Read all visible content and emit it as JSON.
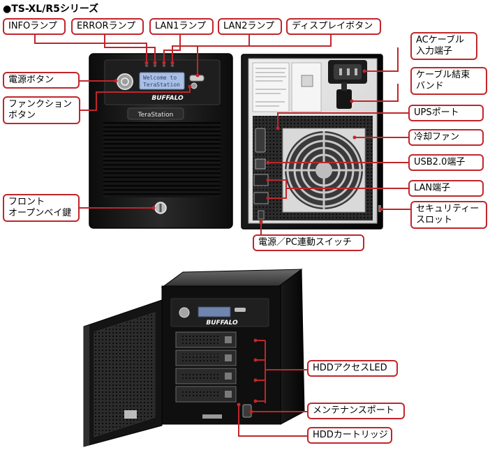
{
  "title": "●TS-XL/R5シリーズ",
  "device": {
    "brand": "BUFFALO",
    "model": "TeraStation",
    "lcd_text": [
      "Welcome to",
      "TeraStation"
    ]
  },
  "labels": {
    "info_lamp": "INFOランプ",
    "error_lamp": "ERRORランプ",
    "lan1_lamp": "LAN1ランプ",
    "lan2_lamp": "LAN2ランプ",
    "display_button": "ディスプレイボタン",
    "power_button": "電源ボタン",
    "function_button": "ファンクション\nボタン",
    "front_bay_key": "フロント\nオープンベイ鍵",
    "ac_input": "ACケーブル\n入力端子",
    "cable_tie_band": "ケーブル結束\nバンド",
    "ups_port": "UPSポート",
    "cooling_fan": "冷却ファン",
    "usb_port": "USB2.0端子",
    "lan_port": "LAN端子",
    "security_slot": "セキュリティー\nスロット",
    "power_pc_switch": "電源／PC連動スイッチ",
    "hdd_access_led": "HDDアクセスLED",
    "maintenance_port": "メンテナンスポート",
    "hdd_cartridge": "HDDカートリッジ"
  },
  "colors": {
    "accent": "#c0262b",
    "chassis": "#1b1b1b",
    "rear_panel": "#e4e4e4"
  }
}
